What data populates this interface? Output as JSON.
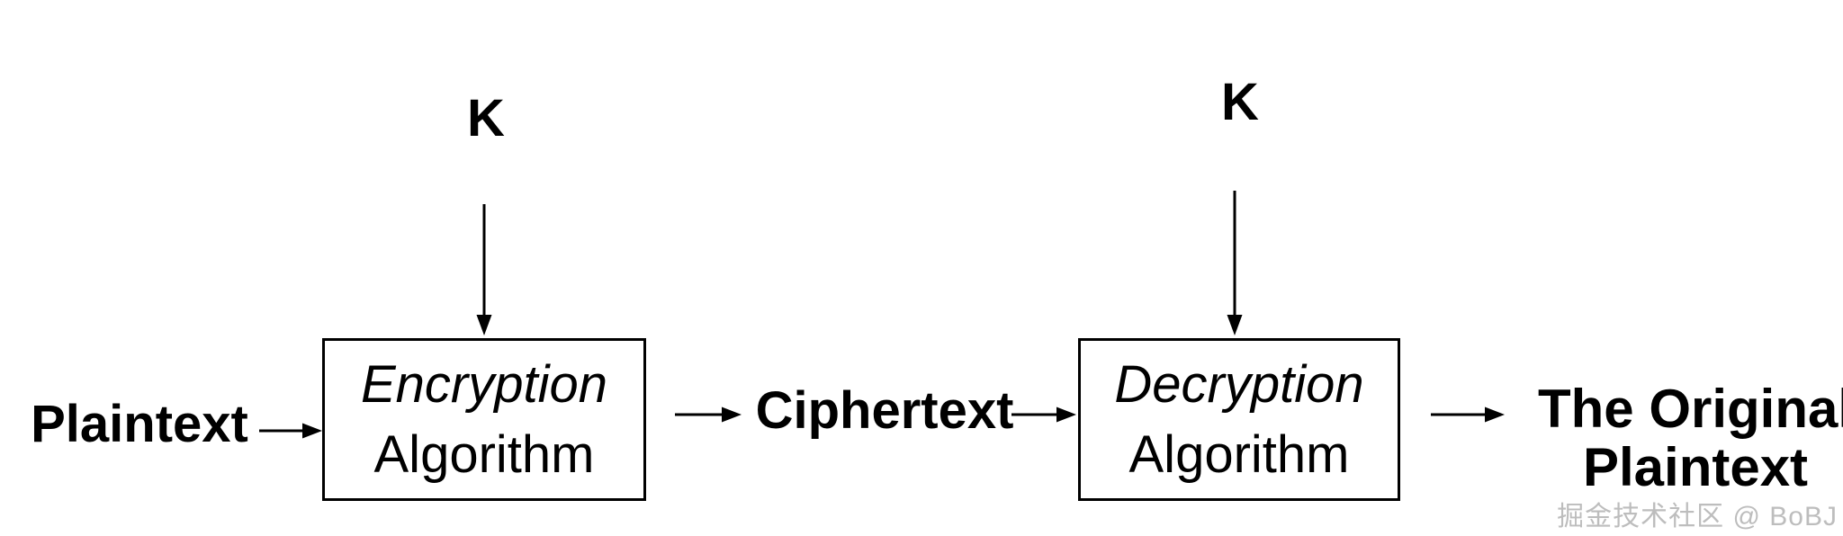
{
  "diagram": {
    "background_color": "#ffffff",
    "line_color": "#000000",
    "keys": {
      "left": "K",
      "right": "K"
    },
    "plaintext_label": "Plaintext",
    "encryption_box": {
      "line1": "Encryption",
      "line2": "Algorithm"
    },
    "ciphertext_label": "Ciphertext",
    "decryption_box": {
      "line1": "Decryption",
      "line2": "Algorithm"
    },
    "output_label": {
      "line1": "The Original",
      "line2": "Plaintext"
    },
    "watermark": {
      "text": "掘金技术社区 @ BoBJ",
      "color": "#bdbdbd"
    }
  }
}
